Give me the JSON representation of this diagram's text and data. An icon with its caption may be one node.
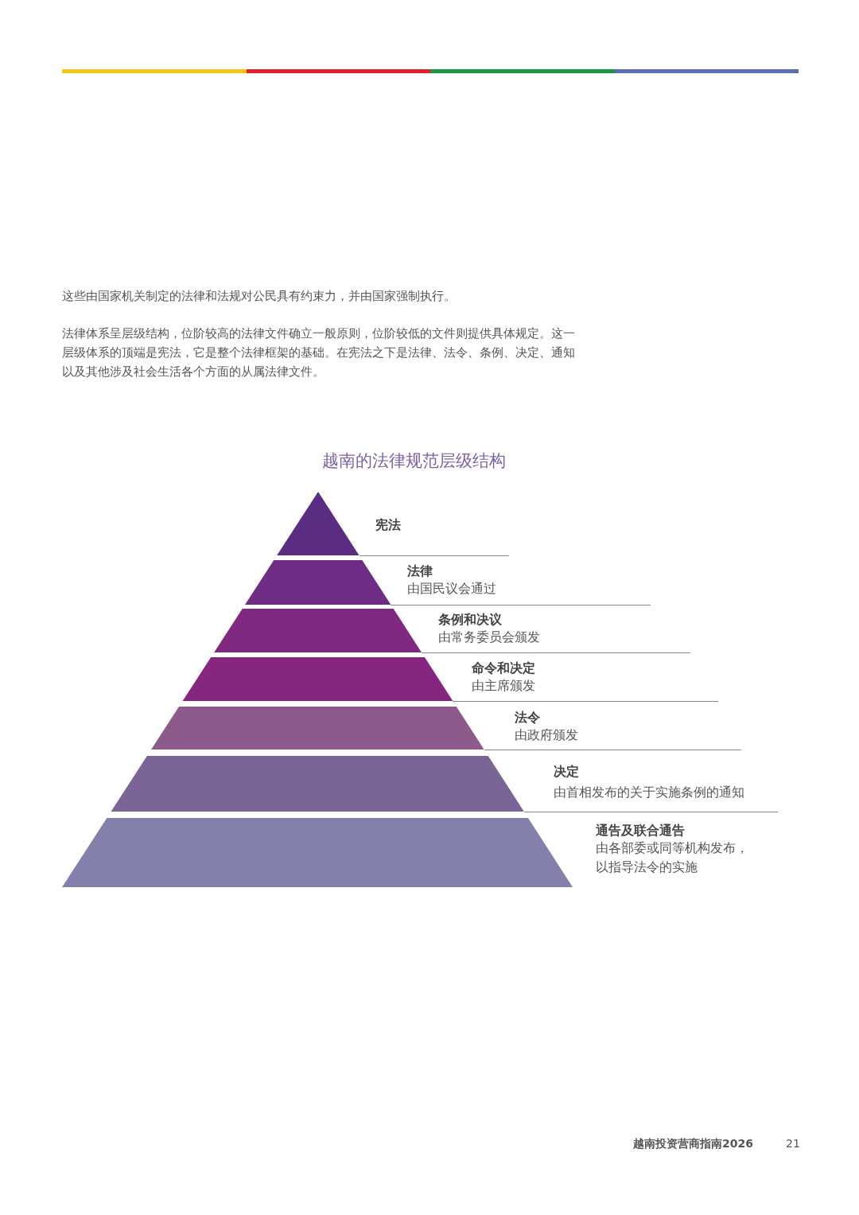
{
  "diagram": {
    "title": "越南的法律规范层级结构",
    "nodes": [
      {
        "text": [
          "宪法"
        ]
      },
      {
        "text": [
          "法律",
          "由国民议会通过"
        ]
      },
      {
        "text": [
          "条例和决议",
          "由常务委员会颁发"
        ]
      },
      {
        "text": [
          "命令和决定",
          "由主席颁发"
        ]
      },
      {
        "text": [
          "法令",
          "由政府颁发"
        ]
      },
      {
        "text": [
          "决定",
          "由首相发布的关于实施条例的通知"
        ]
      },
      {
        "text": [
          "通告及联合通告",
          "由各部委或同等机构发布，以指导法令的实施"
        ]
      }
    ],
    "labels": [
      "这些由国家机关制定的法律和法规对公民具有约束力，并由国家强制执行。",
      "法律体系呈层级结构，位阶较高的法律文件确立一般原则，位阶较低的文件则提供具体规定。这一层级体系的顶端是宪法，它是整个法律框架的基础。在宪法之下是法律、法令、条例、决定、通知以及其他涉及社会生活各个方面的从属法律文件。",
      "越南投资营商指南2026",
      "21"
    ]
  }
}
